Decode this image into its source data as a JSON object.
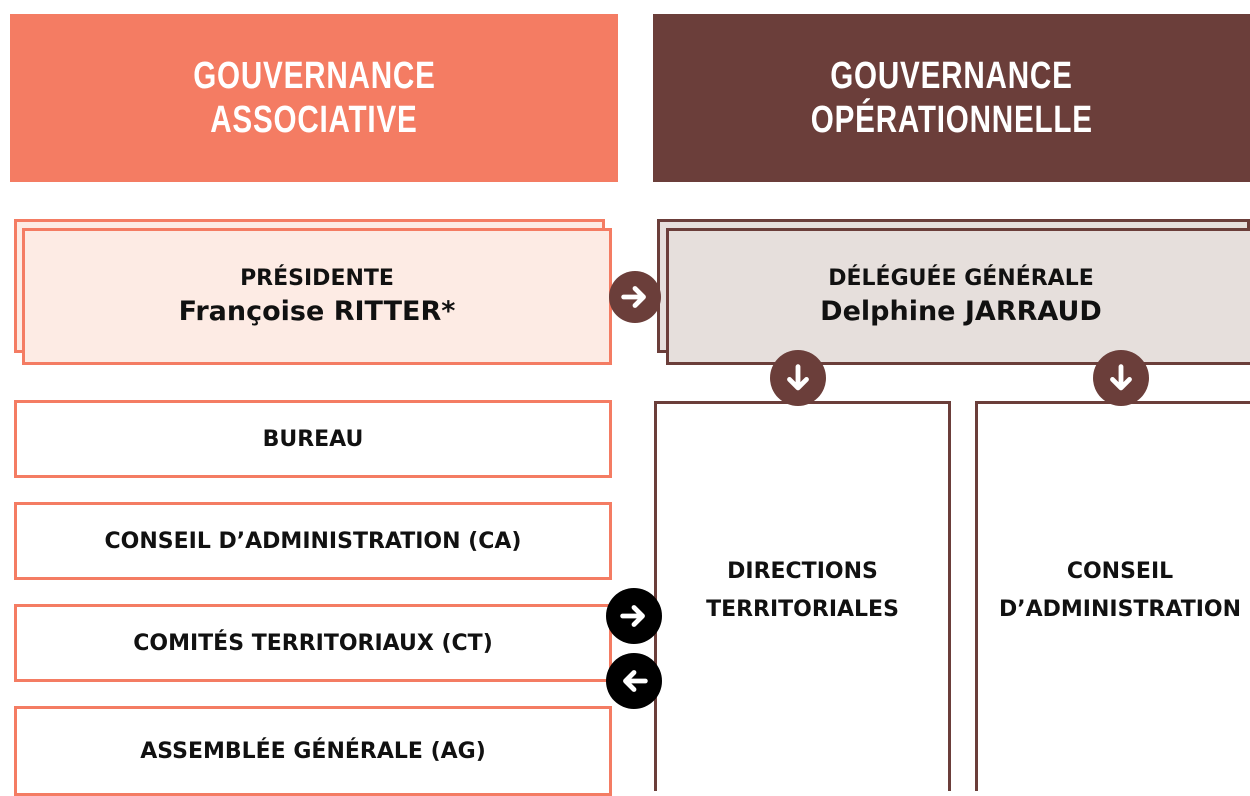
{
  "headers": {
    "associative": {
      "line1": "Gouvernance",
      "line2": "associative",
      "color": "#f47c63"
    },
    "operationnelle": {
      "line1": "Gouvernance",
      "line2": "opérationnelle",
      "color": "#6b3e3a"
    }
  },
  "president": {
    "role": "PRÉSIDENTE",
    "name": "Françoise RITTER*"
  },
  "delegate": {
    "role": "DÉLÉGUÉE GÉNÉRALE",
    "name": "Delphine JARRAUD"
  },
  "associative_bodies": [
    "BUREAU",
    "CONSEIL D’ADMINISTRATION (CA)",
    "COMITÉS TERRITORIAUX (CT)",
    "ASSEMBLÉE GÉNÉRALE (AG)"
  ],
  "operational_units": {
    "directions": {
      "line1": "DIRECTIONS",
      "line2": "TERRITORIALES"
    },
    "conseil": {
      "line1": "CONSEIL",
      "line2": "D’ADMINISTRATION"
    }
  },
  "icons": {
    "president_to_delegate": "arrow-right-icon",
    "delegate_to_directions": "arrow-down-icon",
    "delegate_to_conseil": "arrow-down-icon",
    "ct_to_directions": "arrow-right-icon",
    "directions_to_ct": "arrow-left-icon"
  },
  "colors": {
    "associative": "#f47c63",
    "associative_light": "#fdebe4",
    "operational": "#6b3e3a",
    "operational_light": "#e6dfdc",
    "connector_dark": "#000000"
  }
}
